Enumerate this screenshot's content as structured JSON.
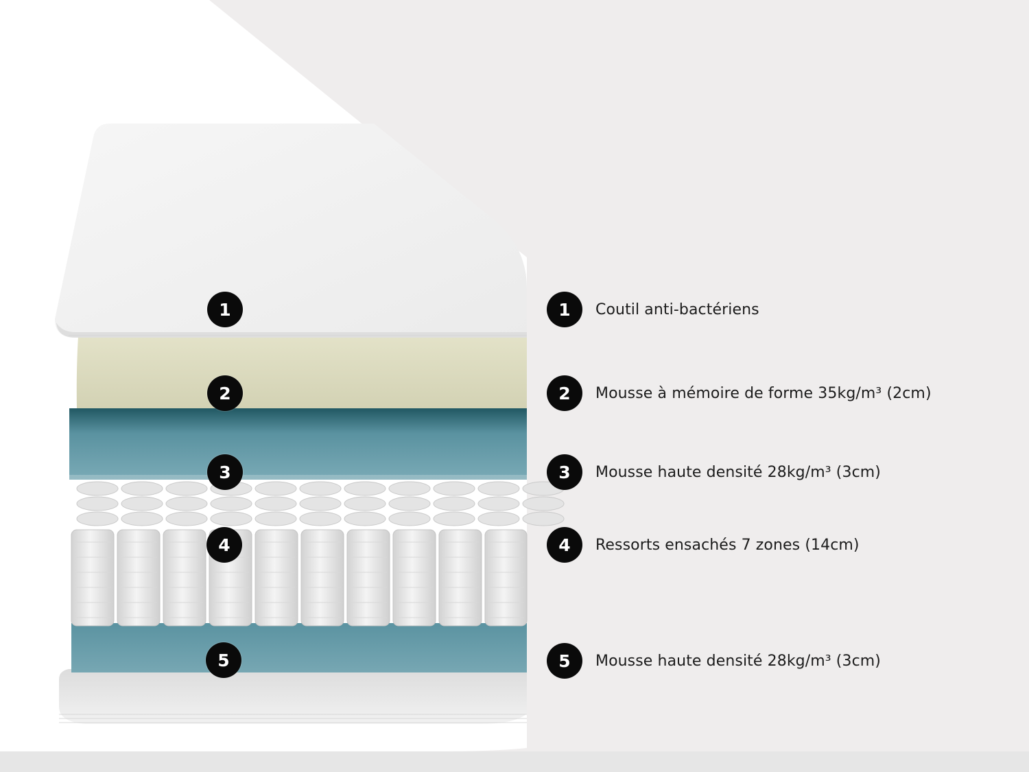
{
  "layers": [
    {
      "number": "1",
      "label": "Coutil anti-bactériens"
    },
    {
      "number": "2",
      "label": "Mousse à mémoire de forme 35kg/m³ (2cm)"
    },
    {
      "number": "3",
      "label": "Mousse haute densité 28kg/m³ (3cm)"
    },
    {
      "number": "4",
      "label": "Ressorts ensachés 7 zones (14cm)"
    },
    {
      "number": "5",
      "label": "Mousse haute densité 28kg/m³ (3cm)"
    }
  ],
  "colors": {
    "background": "#efeded",
    "white_panel": "#ffffff",
    "fabric": "#f1f1f1",
    "memory_foam": "#dddcbf",
    "high_density_foam": "#6d9fad",
    "springs": "#e9e9e9",
    "badge": "#0a0a0a"
  }
}
